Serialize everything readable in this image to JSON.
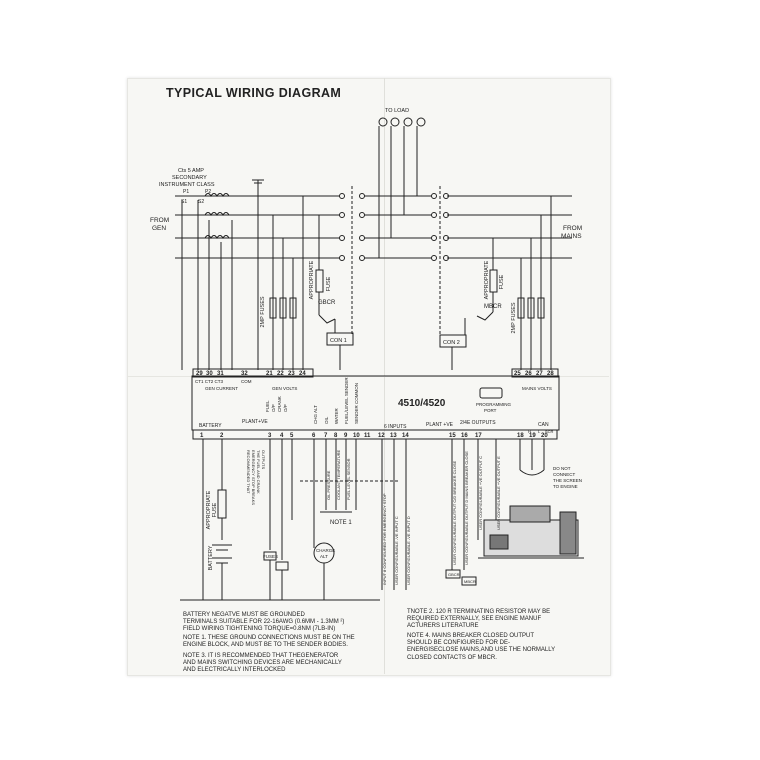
{
  "diagram": {
    "title": "TYPICAL WIRING DIAGRAM",
    "controller_model": "4510/4520",
    "to_load": "TO LOAD",
    "from_gen": [
      "FROM",
      "GEN"
    ],
    "from_mains": [
      "FROM",
      "MAINS"
    ],
    "ct_note": [
      "Cts 5 AMP",
      "SECONDARY",
      "INSTRUMENT CLASS"
    ],
    "ct_p1": "P1",
    "ct_p2": "P2",
    "ct_s1": "S1",
    "ct_s2": "S2",
    "appropriate_fuse_upper": [
      "APPROPRIATE",
      "FUSE"
    ],
    "gbcr": "GBCR",
    "mbcr": "MBCR",
    "con1": "CON 1",
    "con2": "CON 2",
    "fuses_2amp_left": "2MP FUSES",
    "fuses_2amp_right": "2MP FUSES",
    "top_terminals": {
      "left": [
        "29",
        "30",
        "31",
        "32",
        "21",
        "22",
        "23",
        "24"
      ],
      "right": [
        "25",
        "26",
        "27",
        "28"
      ]
    },
    "gen_current_label": "GEN CURRENT",
    "ct_labels": "CT1 CT2 CT3",
    "com_label": "COM",
    "gen_volts_label": "GEN VOLTS",
    "mains_volts_label": "MAINS VOLTS",
    "programming_port": [
      "PROGRAMMING",
      "PORT"
    ],
    "battery_label": "BATTERY",
    "plant_ve_left": "PLANT+VE",
    "plant_ve_right": "PLANT +VE",
    "inputs_label": "6 INPUTS",
    "outputs_label": "2/4E OUTPUTS",
    "can_label": "CAN",
    "can_lines": [
      "H",
      "L",
      "SCR"
    ],
    "bottom_terminals": [
      "1",
      "2",
      "3",
      "4",
      "5",
      "6",
      "7",
      "8",
      "9",
      "10",
      "11",
      "12",
      "13",
      "14",
      "15",
      "16",
      "17",
      "18",
      "19",
      "20"
    ],
    "fuel_crank": [
      "FUEL",
      "O/P",
      "CRANK",
      "O/P"
    ],
    "mid_labels": [
      "CHG ALT",
      "OIL",
      "WATER",
      "FUEL/LEVEL SENDER",
      "SENDER COMMON"
    ],
    "lower_left_labels": [
      "APPROPRIATE",
      "FUSE"
    ],
    "battery_lower": "BATTERY",
    "fuses_label": "FUSES",
    "charge_alt": [
      "CHARGE",
      "ALT"
    ],
    "estop_note": [
      "RECOMMENDED THAT",
      "EMERGENCY STOP BREAKS",
      "THE FUEL AND CRANK",
      "OUTPUTS"
    ],
    "sensor_labels": [
      "OIL PRESSURE",
      "COOLANT TEMPERATURE",
      "FUEL LEVEL SENSOR"
    ],
    "note1_label": "NOTE 1",
    "input_labels": [
      "INPUT 8 CONFIGURED FOR EMERGENCY STOP",
      "USER CONFIGURABLE -VE INPUT C",
      "USER CONFIGURABLE -VE INPUT D"
    ],
    "output_labels": [
      "USER CONFIGURABLE OUTPUT C/D BREAKER CLOSE",
      "USER CONFIGURABLE OUTPUT D MAINS BREAKER CLOSE",
      "USER CONFIGURABLE +VE OUTPUT C",
      "USER CONFIGURABLE +VE OUTPUT E"
    ],
    "gbcr_small": "GBCR",
    "mbcr_small": "MBCR",
    "do_not_connect": [
      "DO NOT",
      "CONNECT",
      "THE SCREEN",
      "TO ENGINE"
    ],
    "notes_left": [
      "BATTERY NEGATVE MUST BE GROUNDED\nTERMINALS SUITABLE FOR 22-16AWG (0.6mm - 1.3mm ²)\nFIELD WIRING TIGHTENING TORQUE=0.8Nm (7lb-in)",
      "NOTE 1. THESE GROUND CONNECTIONS MUST BE ON THE\nENGINE BLOCK, AND MUST BE TO THE SENDER BODIES.",
      "NOTE 3. IT IS RECOMMENDED THAT THEGENERATOR\nAND MAINS SWITCHING DEVICES ARE MECHANICALLY\nAND ELECTRICALLY INTERLOCKED"
    ],
    "notes_right": [
      "TNOTE 2. 120 R TERMINATING RESISTOR MAY BE\nREQUIRED EXTERNALLY, SEE ENGINE MANUF\nACTURERS LITERATURE",
      "NOTE 4. MAINS BREAKER CLOSED OUTPUT\nSHOULD BE CONFIGURED FOR DE-\nENERGISECLOSE MAINS,AND USE THE NORMALLY\nCLOSED CONTACTS OF MBCR."
    ],
    "colors": {
      "ink": "#222222",
      "paper": "#f7f7f4"
    }
  }
}
